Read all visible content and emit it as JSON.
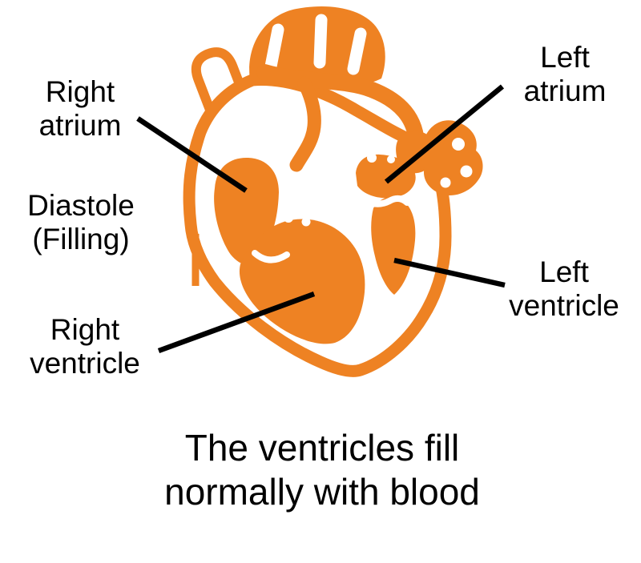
{
  "figure": {
    "type": "anatomical-heart-diastole-diagram",
    "caption": {
      "line1": "The ventricles fill",
      "line2": "normally with blood"
    },
    "phase_label": {
      "line1": "Diastole",
      "line2": "(Filling)"
    },
    "part_labels": {
      "right_atrium": {
        "line1": "Right",
        "line2": "atrium"
      },
      "left_atrium": {
        "line1": "Left",
        "line2": "atrium"
      },
      "right_ventricle": {
        "line1": "Right",
        "line2": "ventricle"
      },
      "left_ventricle": {
        "line1": "Left",
        "line2": "ventricle"
      }
    },
    "colors": {
      "heart": "#EE8223",
      "text": "#000000",
      "leader_line": "#000000",
      "background": "#FFFFFF"
    }
  }
}
